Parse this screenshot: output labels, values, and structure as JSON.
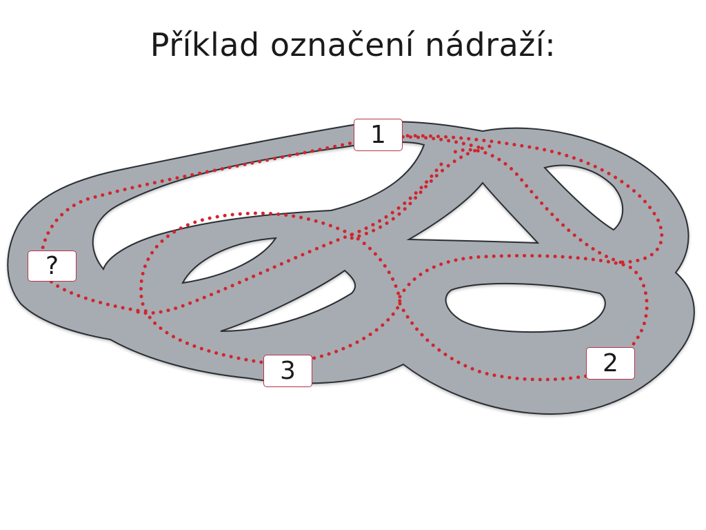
{
  "title": "Příklad označení nádraží:",
  "colors": {
    "track_fill": "#a7acb2",
    "track_outline": "#2a2d33",
    "dotted_route": "#d0262e",
    "label_border": "#b0344a"
  },
  "stations": [
    {
      "id": "1",
      "label": "1"
    },
    {
      "id": "unknown",
      "label": "?"
    },
    {
      "id": "3",
      "label": "3"
    },
    {
      "id": "2",
      "label": "2"
    }
  ]
}
